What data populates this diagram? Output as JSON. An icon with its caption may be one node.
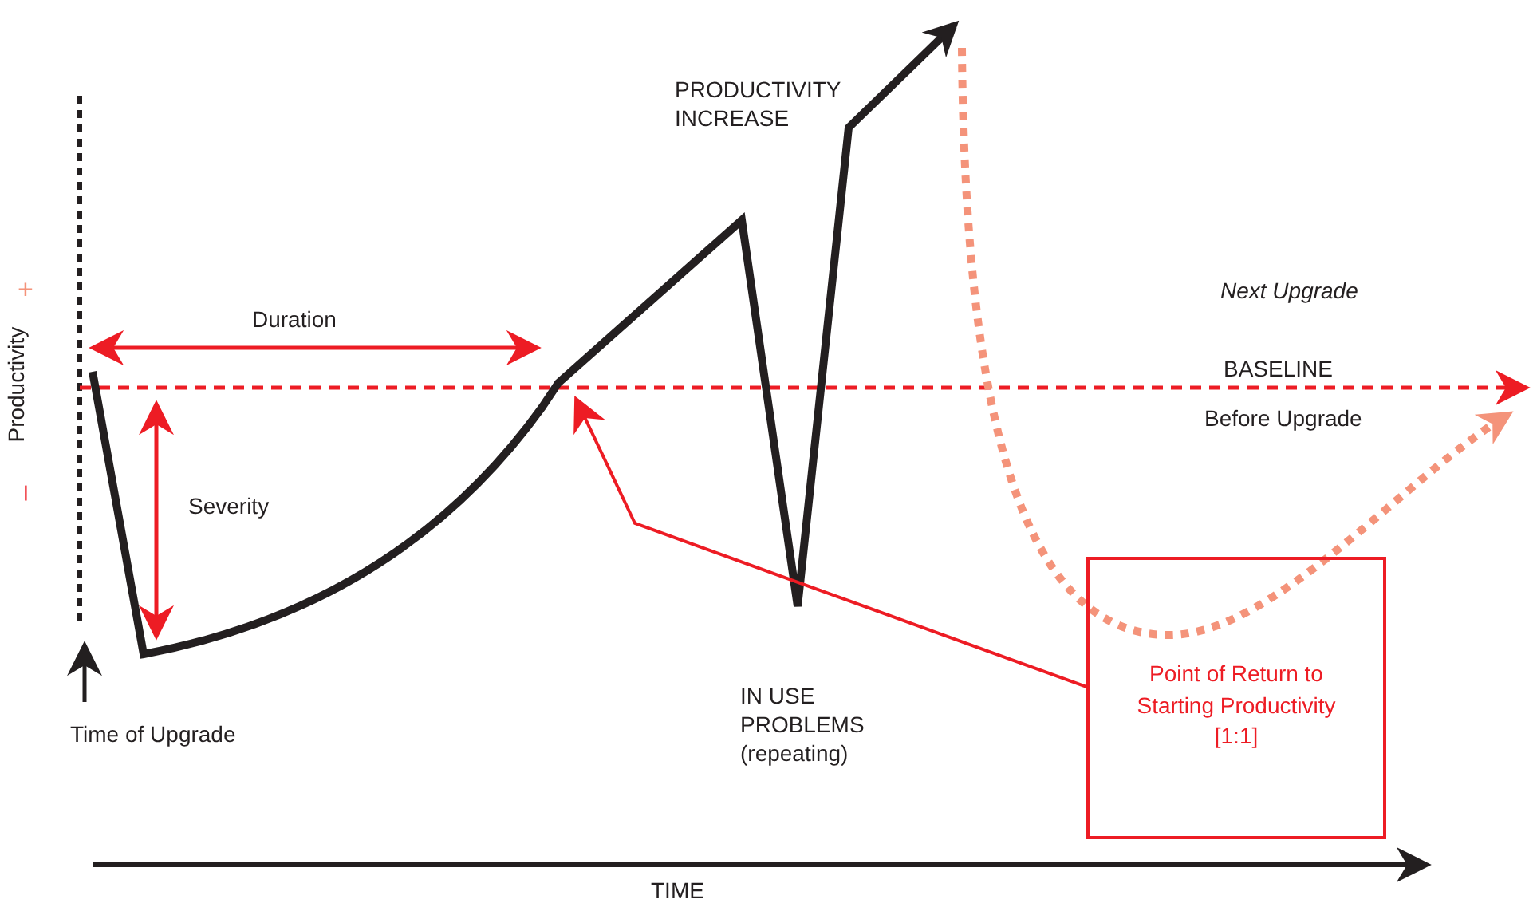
{
  "diagram": {
    "nodes": [
      {
        "text": [
          "Point of Return to Starting Productivity [1:1]"
        ]
      },
      {
        "text": [],
        "shape": "line"
      }
    ],
    "edges": [
      {
        "from": 0,
        "to": 1,
        "arrow": "to"
      }
    ],
    "labels": [
      "+",
      "Productivity",
      "–",
      "Duration",
      "Severity",
      "Time of Upgrade",
      "PRODUCTIVITY INCREASE",
      "IN USE PROBLEMS (repeating)",
      "Next Upgrade",
      "BASELINE",
      "Before Upgrade",
      "TIME"
    ]
  }
}
